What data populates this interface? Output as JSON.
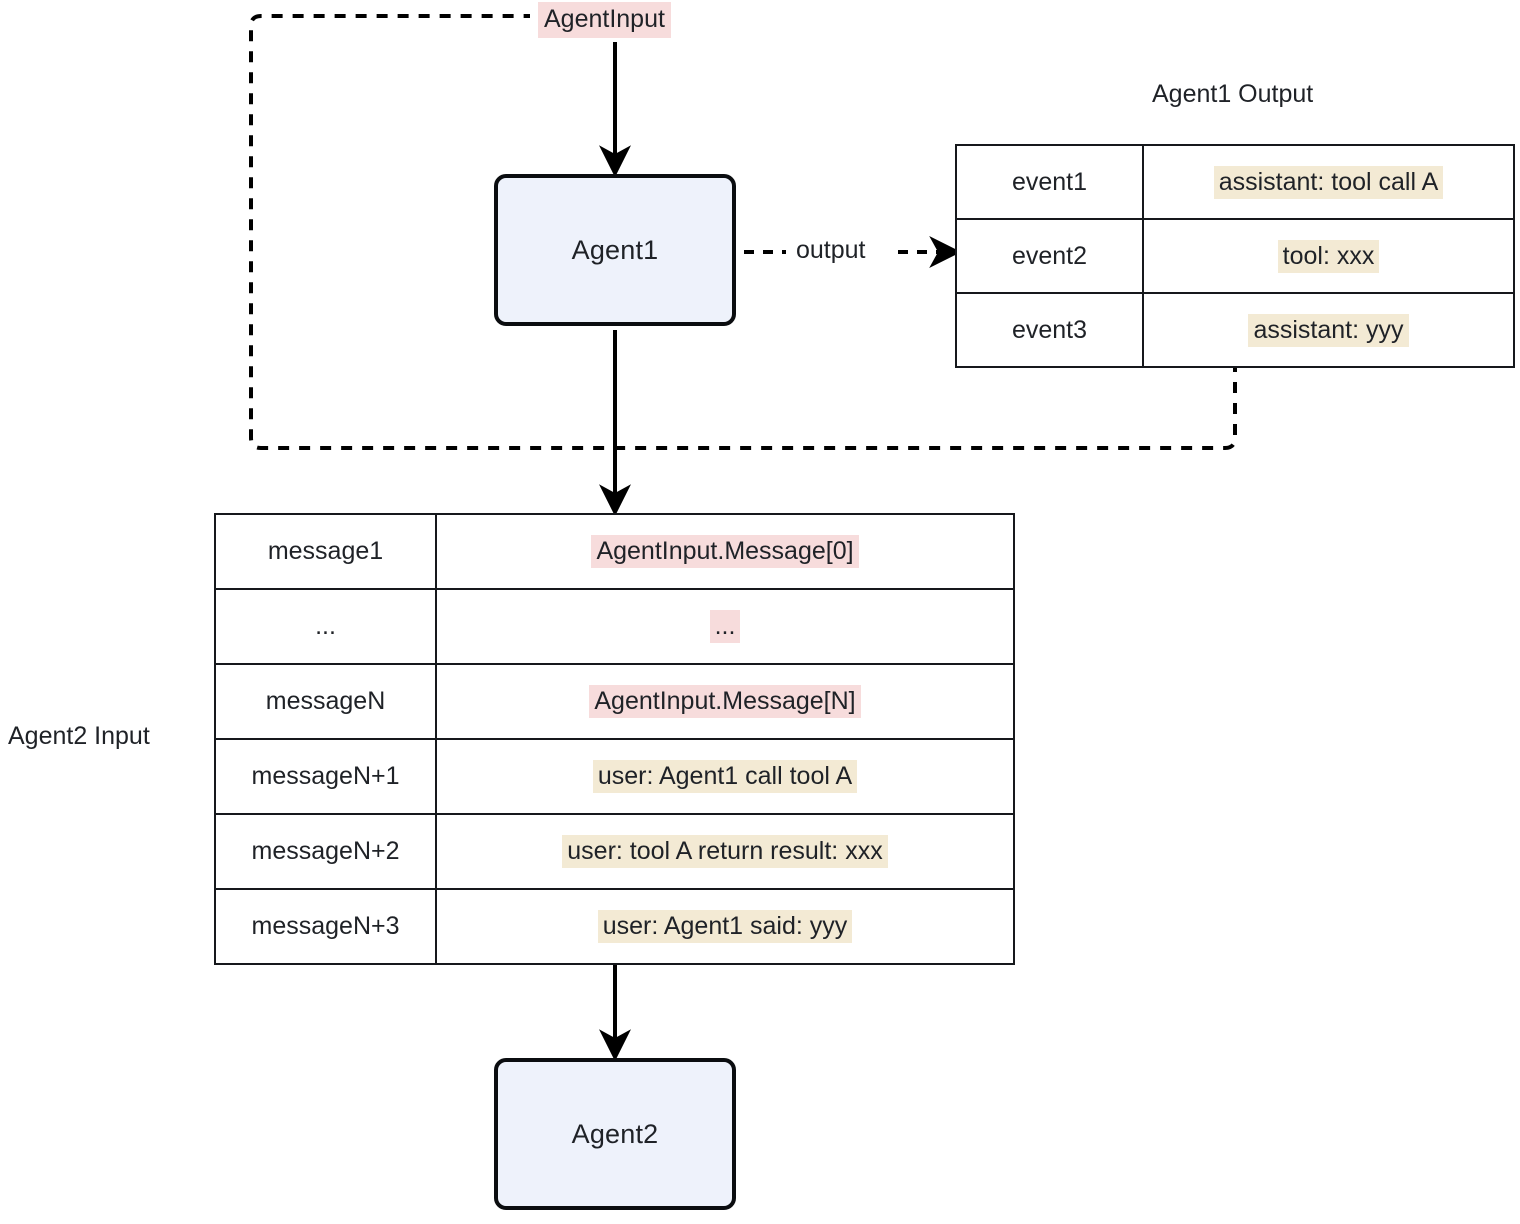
{
  "diagram": {
    "title_agent1_output": "Agent1 Output",
    "title_agent2_input": "Agent2 Input",
    "label_agent_input": "AgentInput",
    "label_output": "output",
    "colors": {
      "node_fill": "#eef2fb",
      "node_border": "#0b0d10",
      "highlight_beige": "#f3ead4",
      "highlight_pink": "#f7dcdc",
      "text": "#1f2227",
      "table_border": "#16181c",
      "edge": "#000000"
    }
  },
  "nodes": {
    "agent1": "Agent1",
    "agent2": "Agent2"
  },
  "agent1_output": {
    "title": "Agent1 Output",
    "rows": [
      {
        "key": "event1",
        "value": "assistant: tool call A"
      },
      {
        "key": "event2",
        "value": "tool: xxx"
      },
      {
        "key": "event3",
        "value": "assistant: yyy"
      }
    ]
  },
  "agent2_input": {
    "title": "Agent2 Input",
    "rows": [
      {
        "key": "message1",
        "value": "AgentInput.Message[0]",
        "highlight": "pink"
      },
      {
        "key": "...",
        "value": "...",
        "highlight": "pink"
      },
      {
        "key": "messageN",
        "value": "AgentInput.Message[N]",
        "highlight": "pink"
      },
      {
        "key": "messageN+1",
        "value": "user: Agent1 call tool A",
        "highlight": "beige"
      },
      {
        "key": "messageN+2",
        "value": "user: tool A return result: xxx",
        "highlight": "beige"
      },
      {
        "key": "messageN+3",
        "value": "user: Agent1 said: yyy",
        "highlight": "beige"
      }
    ]
  }
}
